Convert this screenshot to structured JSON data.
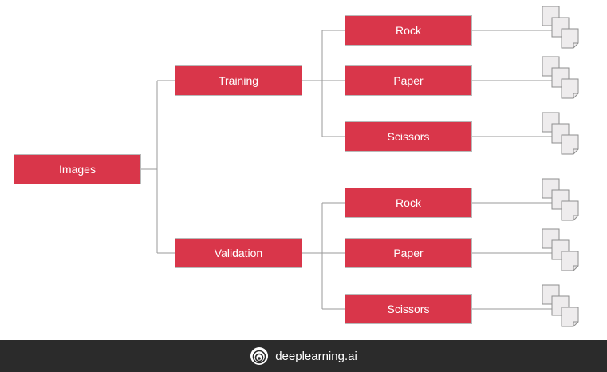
{
  "colors": {
    "node_fill": "#d9364a",
    "connector": "#9a9a9a",
    "file_fill": "#eeeced",
    "file_stroke": "#8e8e8e",
    "footer_bg": "#2b2b2b"
  },
  "root": {
    "label": "Images"
  },
  "splits": [
    {
      "label": "Training",
      "classes": [
        {
          "label": "Rock"
        },
        {
          "label": "Paper"
        },
        {
          "label": "Scissors"
        }
      ]
    },
    {
      "label": "Validation",
      "classes": [
        {
          "label": "Rock"
        },
        {
          "label": "Paper"
        },
        {
          "label": "Scissors"
        }
      ]
    }
  ],
  "footer": {
    "brand": "deeplearning.ai",
    "logo_icon": "deeplearning-ai-logo-icon"
  }
}
